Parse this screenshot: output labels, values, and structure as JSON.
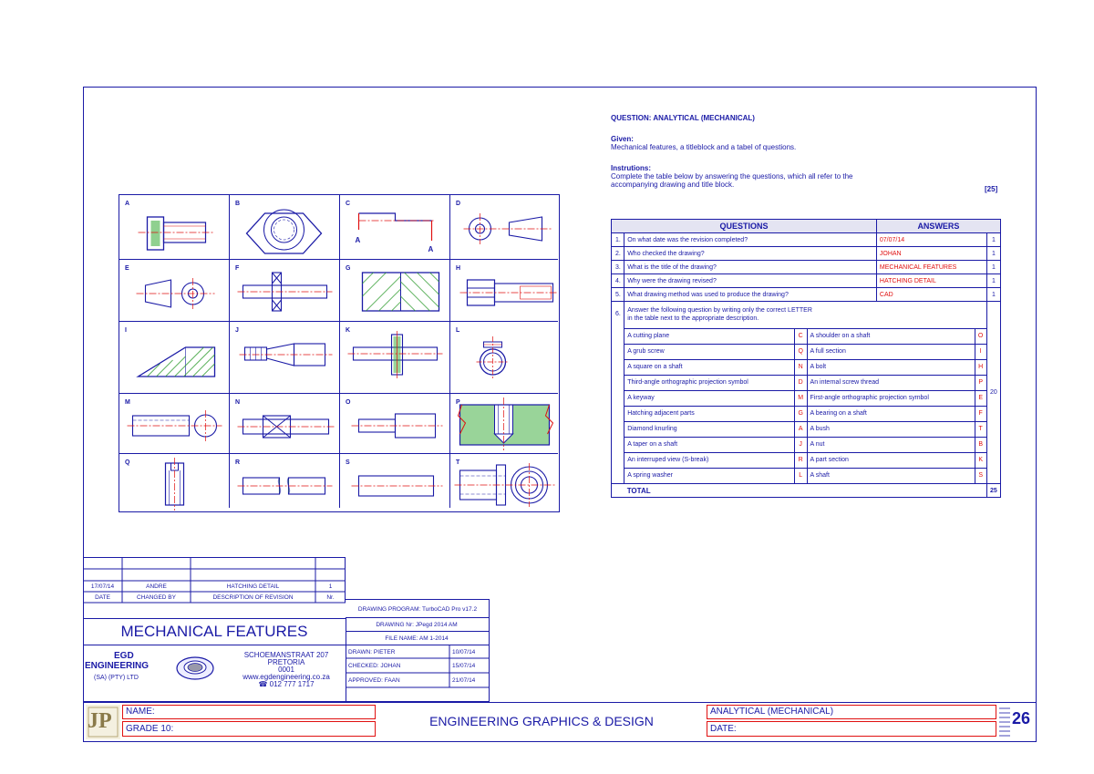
{
  "header": {
    "question_title": "QUESTION: ANALYTICAL (MECHANICAL)",
    "given_label": "Given:",
    "given_text": "Mechanical features, a titleblock and a tabel of questions.",
    "instructions_label": "Instrutions:",
    "instructions_line1": "Complete the table below by answering the questions, which all refer to the",
    "instructions_line2": "accompanying drawing and title block.",
    "marks": "[25]"
  },
  "grid": {
    "labels": [
      "A",
      "B",
      "C",
      "D",
      "E",
      "F",
      "G",
      "H",
      "I",
      "J",
      "K",
      "L",
      "M",
      "N",
      "O",
      "P",
      "Q",
      "R",
      "S",
      "T"
    ],
    "section_letter": "A"
  },
  "table": {
    "col_questions": "QUESTIONS",
    "col_answers": "ANSWERS",
    "rows": [
      {
        "n": "1.",
        "q": "On what date was the revision completed?",
        "a": "07/07/14",
        "m": "1"
      },
      {
        "n": "2.",
        "q": "Who checked the drawing?",
        "a": "JOHAN",
        "m": "1"
      },
      {
        "n": "3.",
        "q": "What is the title of the drawing?",
        "a": "MECHANICAL FEATURES",
        "m": "1"
      },
      {
        "n": "4.",
        "q": "Why were the drawing revised?",
        "a": "HATCHING DETAIL",
        "m": "1"
      },
      {
        "n": "5.",
        "q": "What drawing method was used to produce the drawing?",
        "a": "CAD",
        "m": "1"
      }
    ],
    "q6_n": "6.",
    "q6_line1": "Answer the following question by writing only the correct LETTER",
    "q6_line2": "in the table next to the appropriate description.",
    "q6_marks": "20",
    "matches": [
      {
        "d1": "A cutting plane",
        "l1": "C",
        "d2": "A shoulder on a shaft",
        "l2": "O"
      },
      {
        "d1": "A grub screw",
        "l1": "Q",
        "d2": "A  full section",
        "l2": "I"
      },
      {
        "d1": "A square on a shaft",
        "l1": "N",
        "d2": "A bolt",
        "l2": "H"
      },
      {
        "d1": "Third-angle orthographic projection symbol",
        "l1": "D",
        "d2": "An internal screw thread",
        "l2": "P"
      },
      {
        "d1": "A keyway",
        "l1": "M",
        "d2": "First-angle orthographic projection symbol",
        "l2": "E"
      },
      {
        "d1": "Hatching adjacent parts",
        "l1": "G",
        "d2": "A bearing on a shaft",
        "l2": "F"
      },
      {
        "d1": "Diamond knurling",
        "l1": "A",
        "d2": "A bush",
        "l2": "T"
      },
      {
        "d1": "A taper on a shaft",
        "l1": "J",
        "d2": "A nut",
        "l2": "B"
      },
      {
        "d1": "An interruped view (S-break)",
        "l1": "R",
        "d2": "A part section",
        "l2": "K"
      },
      {
        "d1": "A spring washer",
        "l1": "L",
        "d2": "A shaft",
        "l2": "S"
      }
    ],
    "total_label": "TOTAL",
    "total_value": "25"
  },
  "titleblock": {
    "rev_date": "17/07/14",
    "rev_by": "ANDRE",
    "rev_desc": "HATCHING DETAIL",
    "rev_nr": "1",
    "h_date": "DATE",
    "h_changed": "CHANGED BY",
    "h_desc": "DESCRIPTION OF REVISION",
    "h_nr": "Nr.",
    "program": "DRAWING PROGRAM: TurboCAD Pro v17.2",
    "drawing_nr": "DRAWING Nr: JPegd 2014 AM",
    "file_name": "FILE NAME: AM 1-2014",
    "title": "MECHANICAL FEATURES",
    "company1": "EGD",
    "company2": "ENGINEERING",
    "company3": "(SA) (PTY) LTD",
    "addr1": "SCHOEMANSTRAAT 207",
    "addr2": "PRETORIA",
    "addr3": "0001",
    "web": "www.egdengineering.co.za",
    "phone": "012 777 1717",
    "drawn": "DRAWN: PIETER",
    "drawn_date": "10/07/14",
    "checked": "CHECKED: JOHAN",
    "checked_date": "15/07/14",
    "approved": "APPROVED: FAAN",
    "approved_date": "21/07/14"
  },
  "footer": {
    "logo": "JP",
    "name_label": "NAME:",
    "grade_label": "GRADE 10:",
    "subject": "ENGINEERING GRAPHICS &  DESIGN",
    "topic": "ANALYTICAL (MECHANICAL)",
    "date_label": "DATE:",
    "page": "26"
  }
}
